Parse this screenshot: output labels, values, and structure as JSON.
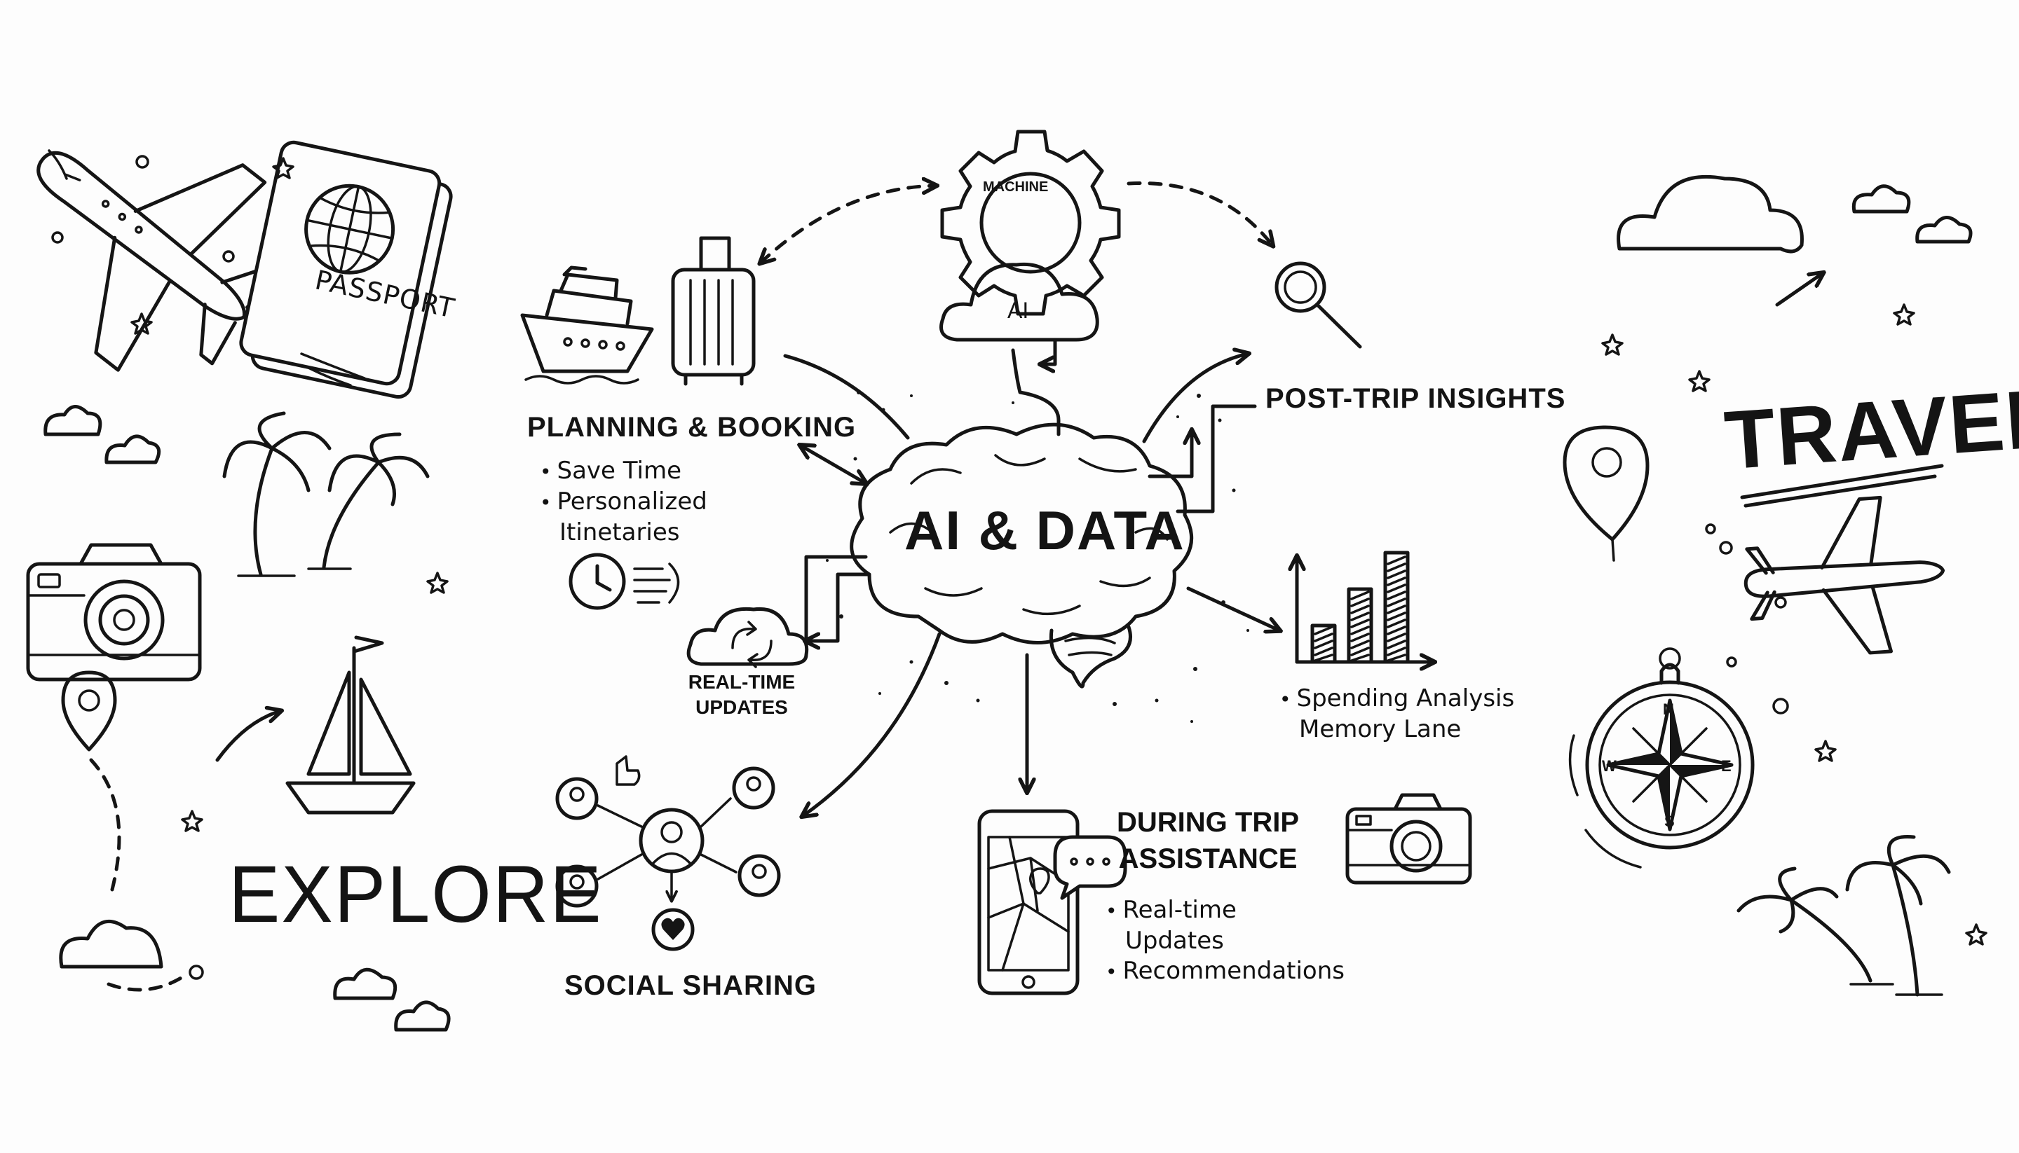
{
  "center": {
    "title": "AI & DATA"
  },
  "gear": {
    "label": "MACHINE"
  },
  "cloud_ai": {
    "label": "AI"
  },
  "planning": {
    "heading": "PLANNING & BOOKING",
    "bullets": [
      "Save Time",
      "Personalized",
      "Itinetaries"
    ]
  },
  "realtime": {
    "line1": "REAL-TIME",
    "line2": "UPDATES"
  },
  "post_trip": {
    "heading": "POST-TRIP INSIGHTS",
    "bullets": [
      "Spending Analysis",
      "Memory Lane"
    ]
  },
  "during_trip": {
    "line1": "DURING TRIP",
    "line2": "ASSISTANCE",
    "bullets": [
      "Real-time",
      "Updates",
      "Recommendations"
    ]
  },
  "social": {
    "heading": "SOCIAL SHARING"
  },
  "left_panel": {
    "passport": "PASSPORT",
    "explore": "EXPLORE"
  },
  "right_panel": {
    "travel": "TRAVEL",
    "compass": [
      "N",
      "E",
      "S",
      "W"
    ]
  },
  "bar_chart": {
    "type": "bar",
    "values": [
      1,
      2,
      3
    ]
  }
}
